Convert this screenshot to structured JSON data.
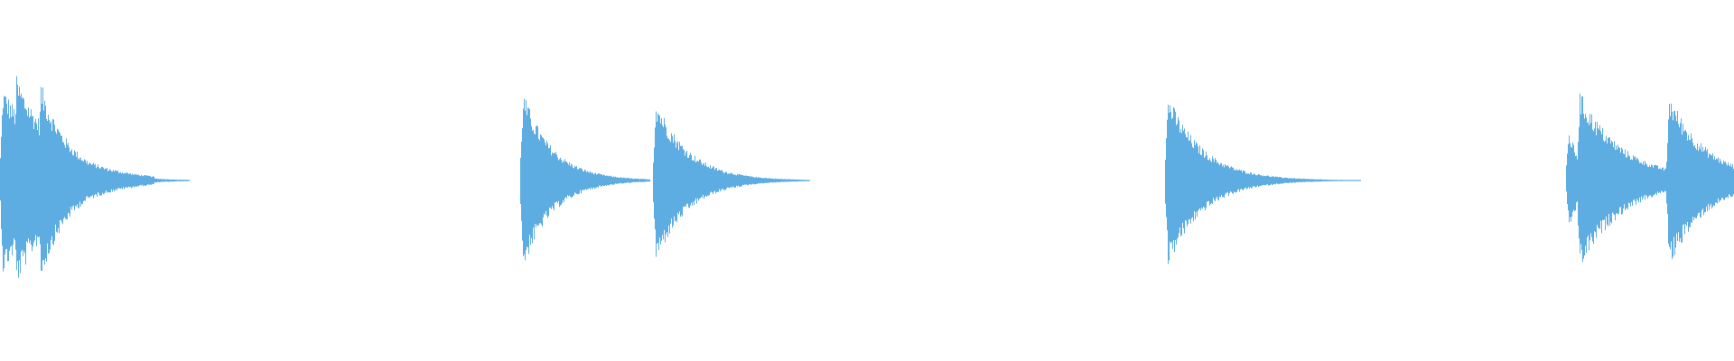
{
  "waveform": {
    "color": "#5dade2",
    "background": "#ffffff",
    "duration_s": 32,
    "onsets": [
      {
        "time_s": 0.0,
        "amplitude": 0.55,
        "decay_s": 0.9,
        "tail_s": 2.6
      },
      {
        "time_s": 0.25,
        "amplitude": 0.62,
        "decay_s": 0.8,
        "tail_s": 2.6
      },
      {
        "time_s": 0.7,
        "amplitude": 0.6,
        "decay_s": 0.55,
        "tail_s": 2.8
      },
      {
        "time_s": 9.6,
        "amplitude": 0.54,
        "decay_s": 0.55,
        "tail_s": 2.4
      },
      {
        "time_s": 12.05,
        "amplitude": 0.5,
        "decay_s": 0.6,
        "tail_s": 2.9
      },
      {
        "time_s": 21.5,
        "amplitude": 0.52,
        "decay_s": 0.65,
        "tail_s": 3.7
      },
      {
        "time_s": 28.9,
        "amplitude": 0.34,
        "decay_s": 0.25,
        "tail_s": 0.3
      },
      {
        "time_s": 29.1,
        "amplitude": 0.53,
        "decay_s": 0.8,
        "tail_s": 1.7
      },
      {
        "time_s": 30.75,
        "amplitude": 0.52,
        "decay_s": 0.7,
        "tail_s": 1.3
      }
    ]
  }
}
